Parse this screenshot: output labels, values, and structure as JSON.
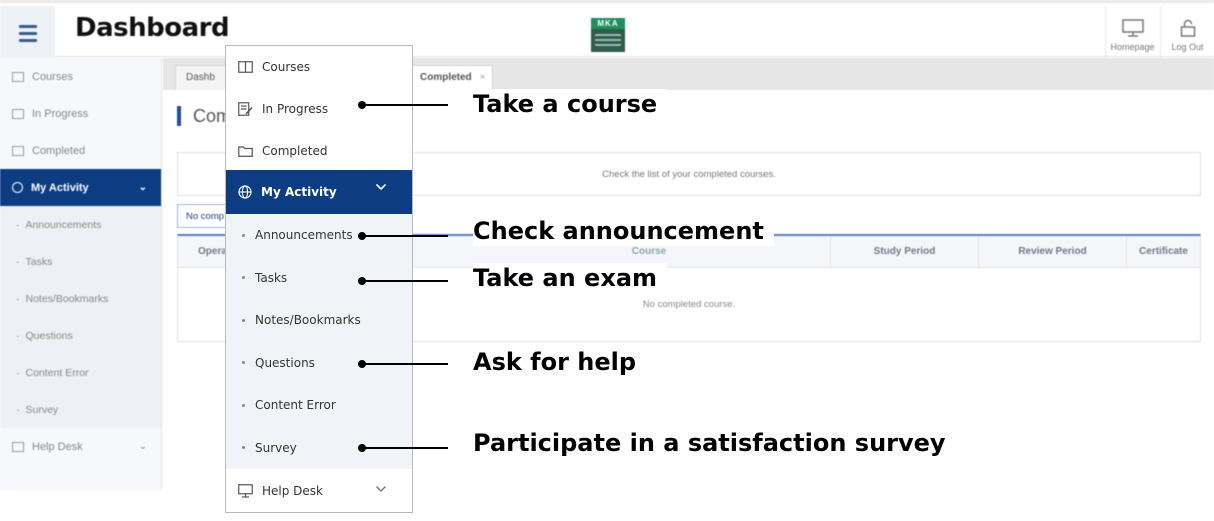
{
  "header": {
    "title": "Dashboard",
    "logo_text": "MKA",
    "homepage_label": "Homepage",
    "logout_label": "Log Out"
  },
  "sidebar": {
    "items": [
      {
        "label": "Courses",
        "icon": "book-icon"
      },
      {
        "label": "In Progress",
        "icon": "edit-icon"
      },
      {
        "label": "Completed",
        "icon": "folder-icon"
      },
      {
        "label": "My Activity",
        "icon": "globe-icon",
        "expanded": true
      },
      {
        "label": "Help Desk",
        "icon": "monitor-icon"
      }
    ],
    "subitems": [
      "Announcements",
      "Tasks",
      "Notes/Bookmarks",
      "Questions",
      "Content Error",
      "Survey"
    ]
  },
  "main": {
    "tabs": [
      {
        "label": "Dashb"
      },
      {
        "label": "Completed",
        "close": "×"
      }
    ],
    "section_title": "Com",
    "notice": "Check the list of your completed courses.",
    "filter_label": "No comp",
    "table": {
      "columns": [
        "Opera",
        "Course",
        "Study Period",
        "Review Period",
        "Certificate"
      ],
      "empty_text": "No completed course."
    }
  },
  "callouts": [
    "Take a course",
    "Check announcement",
    "Take an exam",
    "Ask for help",
    "Participate in a satisfaction survey"
  ],
  "colors": {
    "accent": "#0c3c82",
    "submenu_bg": "#f0f3f8",
    "logo": "#1f8f5f"
  }
}
